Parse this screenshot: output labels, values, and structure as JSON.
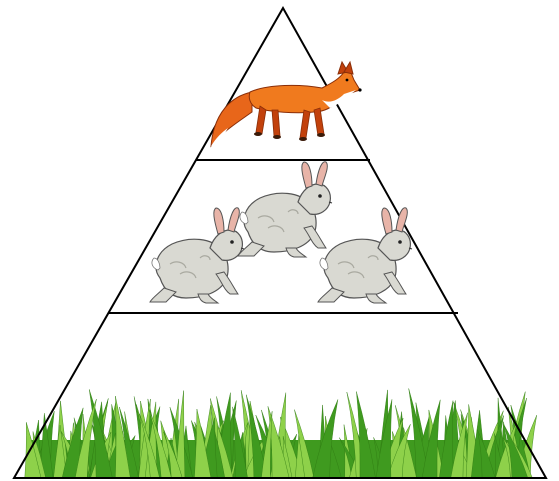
{
  "diagram": {
    "type": "food-pyramid",
    "levels": [
      {
        "organism": "fox",
        "role": "top",
        "count": 1
      },
      {
        "organism": "rabbit",
        "role": "middle",
        "count": 3
      },
      {
        "organism": "grass",
        "role": "bottom"
      }
    ],
    "colors": {
      "outline": "#000000",
      "fox": "#f07a1e",
      "fox_dark": "#c2410c",
      "fox_white": "#ffffff",
      "rabbit": "#d9d9d2",
      "rabbit_shade": "#a9a9a0",
      "rabbit_ear": "#e8b4a8",
      "grass_light": "#8ed14a",
      "grass_dark": "#3f9a1f"
    }
  }
}
